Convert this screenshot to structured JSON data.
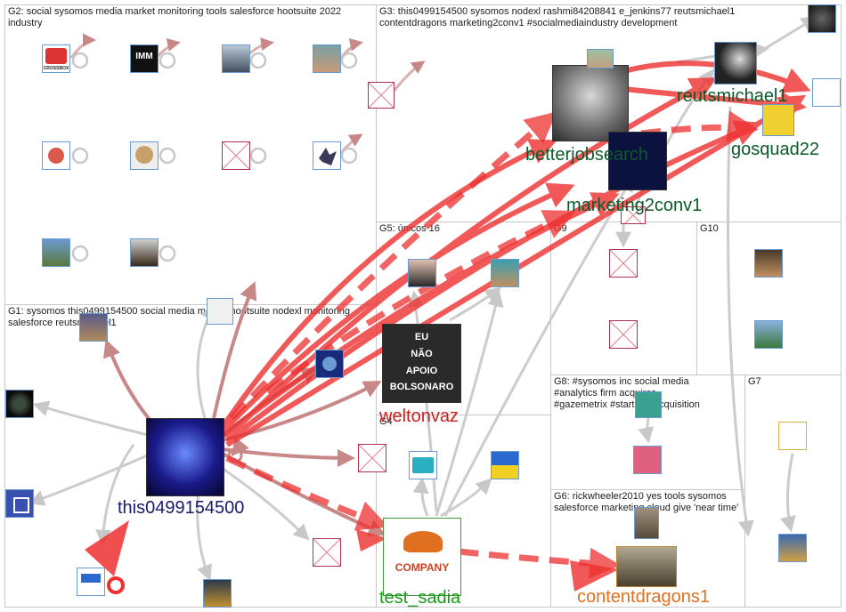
{
  "groups": {
    "g2": "G2: social sysomos media market monitoring tools salesforce hootsuite 2022 industry",
    "g3": "G3: this0499154500 sysomos nodexl rashmi84208841 e_jenkins77 reutsmichael1 contentdragons marketing2conv1 #socialmediaindustry development",
    "g1": "G1: sysomos this0499154500 social media market hootsuite nodexl monitoring salesforce reutsmichael1",
    "g5": "G5: únicos 16",
    "g9": "G9",
    "g10": "G10",
    "g8": "G8: #sysomos inc social media #analytics firm acquires #gazemetrix #startup #acquisition",
    "g7": "G7",
    "g4": "G4",
    "g6": "G6: rickwheeler2010 yes tools sysomos salesforce marketing cloud give 'near time'"
  },
  "labels": {
    "this": "this0499154500",
    "betterjobsearch": "betterjobsearch",
    "reutsmichael1": "reutsmichael1",
    "gosquad22": "gosquad22",
    "marketing2conv1": "marketing2conv1",
    "weltonvaz": "weltonvaz",
    "test_sadia": "test_sadia",
    "contentdragons1": "contentdragons1"
  },
  "avatars": {
    "crossbox": "CROSSBOX",
    "imm": "IMM",
    "sign_lines": [
      "EU",
      "NÃO",
      "APOIO",
      "BOLSONARO"
    ],
    "company": "COMPANY"
  },
  "colors": {
    "this": "#1a1a6e",
    "betterjobsearch": "#0a5a2a",
    "reutsmichael1": "#0a5a2a",
    "gosquad22": "#0a5a2a",
    "marketing2conv1": "#0a5a2a",
    "weltonvaz": "#cc2020",
    "test_sadia": "#1a9a1a",
    "contentdragons1": "#e07020",
    "edge_strong": "#ee3030",
    "edge_light": "#c8c8c8"
  }
}
